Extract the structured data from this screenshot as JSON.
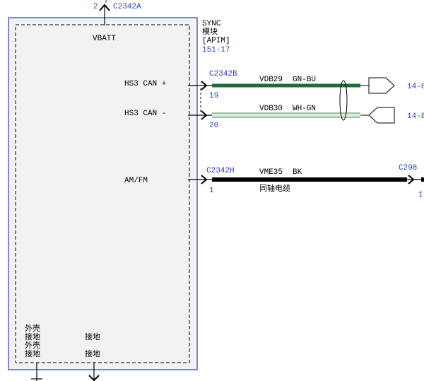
{
  "top": {
    "pin": "2",
    "connector": "C2342A"
  },
  "module": {
    "name": "SYNC",
    "name_cn": "模块",
    "code": "[APIM]",
    "page_ref": "151-17",
    "power_label": "VBATT"
  },
  "signals": {
    "can_plus": "HS3 CAN +",
    "can_minus": "HS3 CAN -",
    "amfm": "AM/FM"
  },
  "can_bus": {
    "connector": "C2342B",
    "pin_plus": "19",
    "pin_minus": "20",
    "wire_plus": {
      "circuit": "VDB29",
      "color_code": "GN-BU",
      "stroke": "#1f6b3a"
    },
    "wire_minus": {
      "circuit": "VDB30",
      "color_code": "WH-GN",
      "stroke": "#3c7d4a"
    },
    "ref_plus": "14-8",
    "ref_minus": "14-8"
  },
  "coax": {
    "connector": "C2342H",
    "pin": "1",
    "circuit": "VME35",
    "color_code": "BK",
    "description": "同轴电缆",
    "far_connector": "C298",
    "far_pin": "1"
  },
  "bottom": {
    "case_ground_1": "外壳",
    "case_ground_2": "接地",
    "case_ground_3": "外壳",
    "case_ground_4": "接地",
    "ground_1": "接地",
    "ground_2": "接地"
  },
  "colors": {
    "connector_text": "#2b3fb0",
    "module_border": "#2b3fb0",
    "module_fill": "#f2f2f2"
  }
}
